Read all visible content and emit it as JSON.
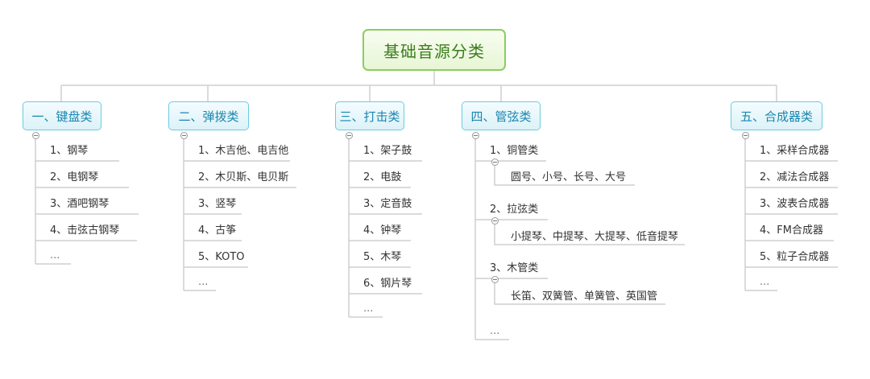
{
  "root": {
    "label": "基础音源分类"
  },
  "categories": [
    {
      "label": "一、键盘类",
      "items": [
        "1、钢琴",
        "2、电钢琴",
        "3、酒吧钢琴",
        "4、击弦古钢琴",
        "..."
      ]
    },
    {
      "label": "二、弹拨类",
      "items": [
        "1、木吉他、电吉他",
        "2、木贝斯、电贝斯",
        "3、竖琴",
        "4、古筝",
        "5、KOTO",
        "..."
      ]
    },
    {
      "label": "三、打击类",
      "items": [
        "1、架子鼓",
        "2、电鼓",
        "3、定音鼓",
        "4、钟琴",
        "5、木琴",
        "6、钢片琴",
        "..."
      ]
    },
    {
      "label": "四、管弦类",
      "groups": [
        {
          "label": "1、铜管类",
          "detail": "圆号、小号、长号、大号"
        },
        {
          "label": "2、拉弦类",
          "detail": "小提琴、中提琴、大提琴、低音提琴"
        },
        {
          "label": "3、木管类",
          "detail": "长笛、双簧管、单簧管、英国管"
        }
      ],
      "more": "..."
    },
    {
      "label": "五、合成器类",
      "items": [
        "1、采样合成器",
        "2、减法合成器",
        "3、波表合成器",
        "4、FM合成器",
        "5、粒子合成器",
        "..."
      ]
    }
  ]
}
